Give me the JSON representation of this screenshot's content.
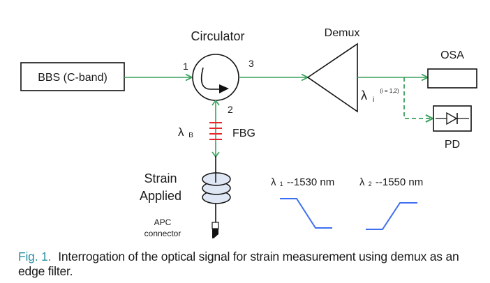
{
  "diagram": {
    "source": {
      "label": "BBS (C-band)"
    },
    "circulator": {
      "label": "Circulator",
      "ports": {
        "p1": "1",
        "p2": "2",
        "p3": "3"
      }
    },
    "fbg": {
      "label": "FBG",
      "wavelength_symbol": "λ",
      "wavelength_sub": "B"
    },
    "strain": {
      "line1": "Strain",
      "line2": "Applied"
    },
    "connector": {
      "line1": "APC",
      "line2": "connector"
    },
    "demux": {
      "label": "Demux",
      "output_symbol": "λ",
      "output_sub": "i",
      "output_sup": "(i = 1,2)"
    },
    "osa": {
      "label": "OSA"
    },
    "pd": {
      "label": "PD"
    },
    "edge_filters": [
      {
        "symbol": "λ",
        "index": "1",
        "text": "--1530 nm",
        "slope": "falling"
      },
      {
        "symbol": "λ",
        "index": "2",
        "text": "--1550 nm",
        "slope": "rising"
      }
    ],
    "colors": {
      "fiber": "#3aa05a",
      "grating": "#e8262a",
      "filter": "#3d6ff0",
      "outline": "#111111",
      "coil_fill": "#dfe7f5",
      "caption_accent": "#2a8fa0"
    }
  },
  "caption": {
    "figure_label": "Fig. 1.",
    "text": "Interrogation of the optical signal for strain measurement using demux as an edge filter."
  }
}
